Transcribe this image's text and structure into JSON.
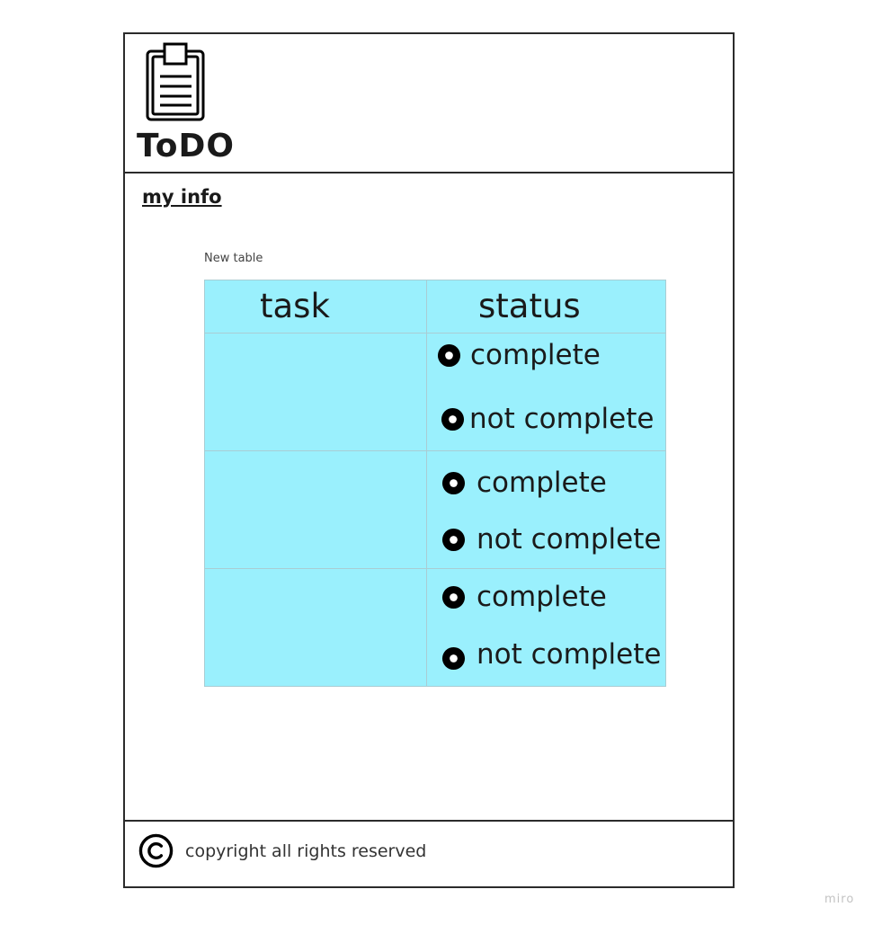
{
  "header": {
    "logo_icon": "clipboard-icon",
    "title": "ToDO"
  },
  "nav": {
    "my_info_link": "my info"
  },
  "table": {
    "caption": "New table",
    "columns": [
      "task",
      "status"
    ],
    "rows": [
      {
        "task": "",
        "status_options": [
          "complete",
          "not complete"
        ]
      },
      {
        "task": "",
        "status_options": [
          "complete",
          "not complete"
        ]
      },
      {
        "task": "",
        "status_options": [
          "complete",
          "not complete"
        ]
      }
    ],
    "background_color": "#9af0fd"
  },
  "footer": {
    "icon": "copyright-icon",
    "text": "copyright all rights reserved"
  },
  "watermark": "miro"
}
